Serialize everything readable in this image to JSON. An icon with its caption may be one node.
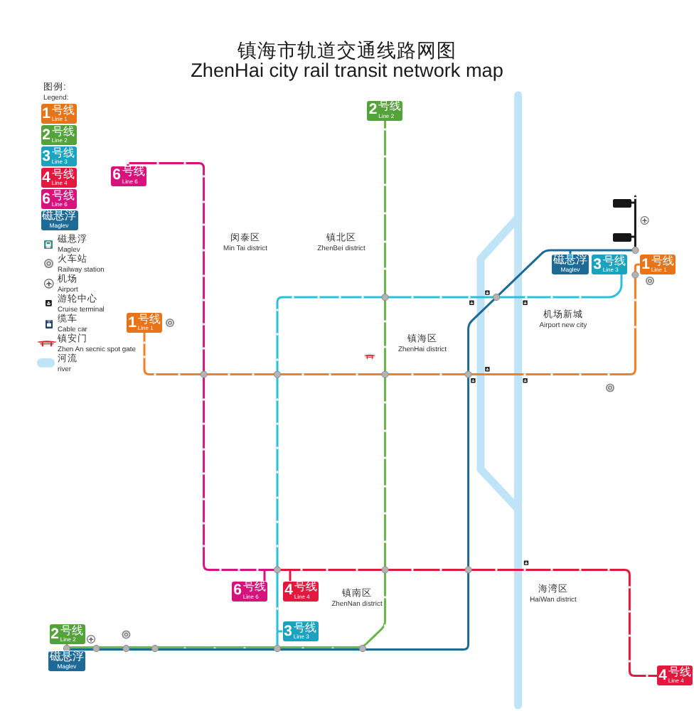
{
  "diagram": {
    "title": "镇海市轨道交通线路网图 ZhenHai city rail transit network map",
    "nodes": [
      {
        "text": [
          "1",
          "号线",
          "Line 1"
        ]
      },
      {
        "text": [
          "2",
          "号线",
          "Line 2"
        ]
      },
      {
        "text": [
          "3",
          "号线",
          "Line 3"
        ]
      },
      {
        "text": [
          "4",
          "号线",
          "Line 4"
        ]
      },
      {
        "text": [
          "6",
          "号线",
          "Line 6"
        ]
      },
      {
        "text": [
          "磁悬浮",
          "Maglev"
        ]
      },
      {
        "text": [
          "2",
          "号线",
          "Line 2"
        ]
      },
      {
        "text": [
          "6",
          "号线",
          "Line 6"
        ]
      },
      {
        "text": [],
        "shape": "box"
      },
      {
        "text": [],
        "shape": "box"
      },
      {
        "text": [
          "磁悬浮",
          "Maglev"
        ]
      },
      {
        "text": [
          "3",
          "号线",
          "Line 3"
        ]
      },
      {
        "text": [
          "1",
          "号线",
          "Line 1"
        ]
      },
      {
        "text": [
          "1",
          "号线",
          "Line 1"
        ]
      },
      {
        "text": [
          "6",
          "号线",
          "Line 6"
        ]
      },
      {
        "text": [
          "4",
          "号线",
          "Line 4"
        ]
      },
      {
        "text": [
          "3",
          "号线",
          "Line 3"
        ]
      },
      {
        "text": [
          "2",
          "号线",
          "Line 2"
        ]
      },
      {
        "text": [
          "磁悬浮",
          "Maglev"
        ]
      },
      {
        "text": [
          "4",
          "号线",
          "Line 4"
        ]
      }
    ],
    "edges": [
      {
        "from": 13,
        "to": 12,
        "arrow": "none",
        "color": "#f08024"
      },
      {
        "from": 6,
        "to": 17,
        "arrow": "none",
        "color": "#6ab64a"
      },
      {
        "from": 16,
        "to": 11,
        "arrow": "none",
        "color": "#2cbfd9"
      },
      {
        "from": 15,
        "to": 19,
        "arrow": "none",
        "color": "#e3183f"
      },
      {
        "from": 7,
        "to": 14,
        "arrow": "none",
        "color": "#d7127c"
      },
      {
        "from": 18,
        "to": 10,
        "arrow": "none",
        "color": "#1e6a96"
      },
      {
        "from": 8,
        "to": 9,
        "arrow": "none",
        "color": "#161616"
      }
    ],
    "labels": [
      "图例: Legend:",
      "闵泰区 Min Tai district",
      "镇北区 ZhenBei district",
      "机场新城 Airport new city",
      "镇海区 ZhenHai district",
      "镇南区 ZhenNan district",
      "海湾区 HaiWan district"
    ],
    "legend": [
      {
        "text": "磁悬浮 Maglev"
      },
      {
        "text": "火车站 Railway station"
      },
      {
        "text": "机场 Airport"
      },
      {
        "text": "游轮中心 Cruise terminal"
      },
      {
        "text": "缆车 Cable car"
      },
      {
        "text": "镇安门 Zhen An secnic spot gate"
      },
      {
        "text": "河流 river",
        "color": "#bfe3f7"
      }
    ]
  }
}
